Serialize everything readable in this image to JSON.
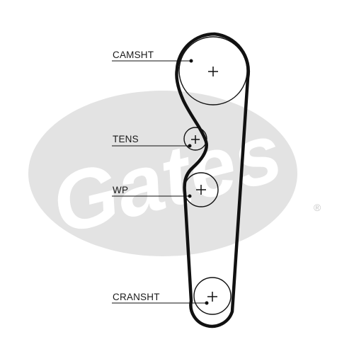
{
  "watermark": {
    "brand": "Gates",
    "registered_mark": "®",
    "color": "#e3e3e3"
  },
  "belt_color": "#111111",
  "labels": {
    "camshaft": "CAMSHT",
    "tensioner": "TENS",
    "water_pump": "WP",
    "crankshaft": "CRANSHT"
  },
  "icons": {
    "pulley_center": "plus-icon"
  }
}
